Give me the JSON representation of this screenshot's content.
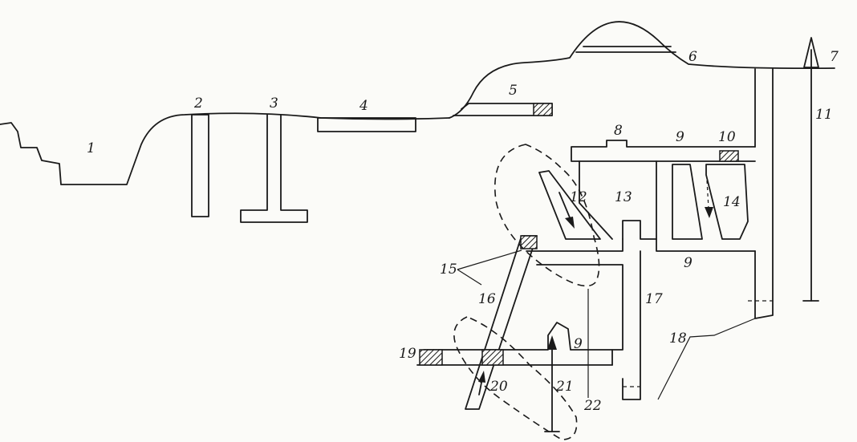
{
  "labels": {
    "l1": "1",
    "l2": "2",
    "l3": "3",
    "l4": "4",
    "l5": "5",
    "l6": "6",
    "l7": "7",
    "l8": "8",
    "l9a": "9",
    "l9b": "9",
    "l9c": "9",
    "l10": "10",
    "l11": "11",
    "l12": "12",
    "l13": "13",
    "l14": "14",
    "l15": "15",
    "l16": "16",
    "l17": "17",
    "l18": "18",
    "l19": "19",
    "l20": "20",
    "l21": "21",
    "l22": "22"
  }
}
